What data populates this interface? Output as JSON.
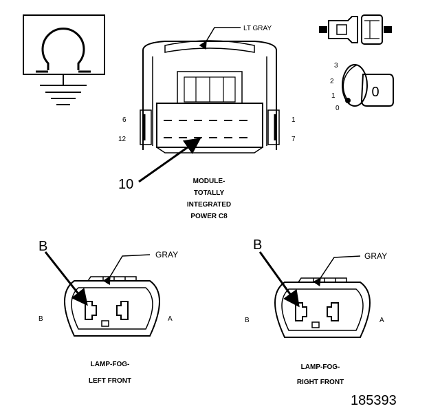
{
  "ground_symbol": {
    "icon": "ohm-ground-icon"
  },
  "module_connector": {
    "wire_color": "LT GRAY",
    "pins": {
      "top_left": "6",
      "bottom_left": "12",
      "top_right": "1",
      "bottom_right": "7"
    },
    "callout": "10",
    "name_lines": [
      "MODULE-",
      "TOTALLY",
      "INTEGRATED",
      "POWER C8"
    ]
  },
  "lock_diagram": {
    "positions": [
      "3",
      "2",
      "1",
      "0"
    ],
    "key_label": "0"
  },
  "left_lamp": {
    "callout": "B",
    "wire_color": "GRAY",
    "pin_b": "B",
    "pin_a": "A",
    "name_lines": [
      "LAMP-FOG-",
      "LEFT FRONT"
    ]
  },
  "right_lamp": {
    "callout": "B",
    "wire_color": "GRAY",
    "pin_b": "B",
    "pin_a": "A",
    "name_lines": [
      "LAMP-FOG-",
      "RIGHT FRONT"
    ]
  },
  "figure_number": "185393"
}
